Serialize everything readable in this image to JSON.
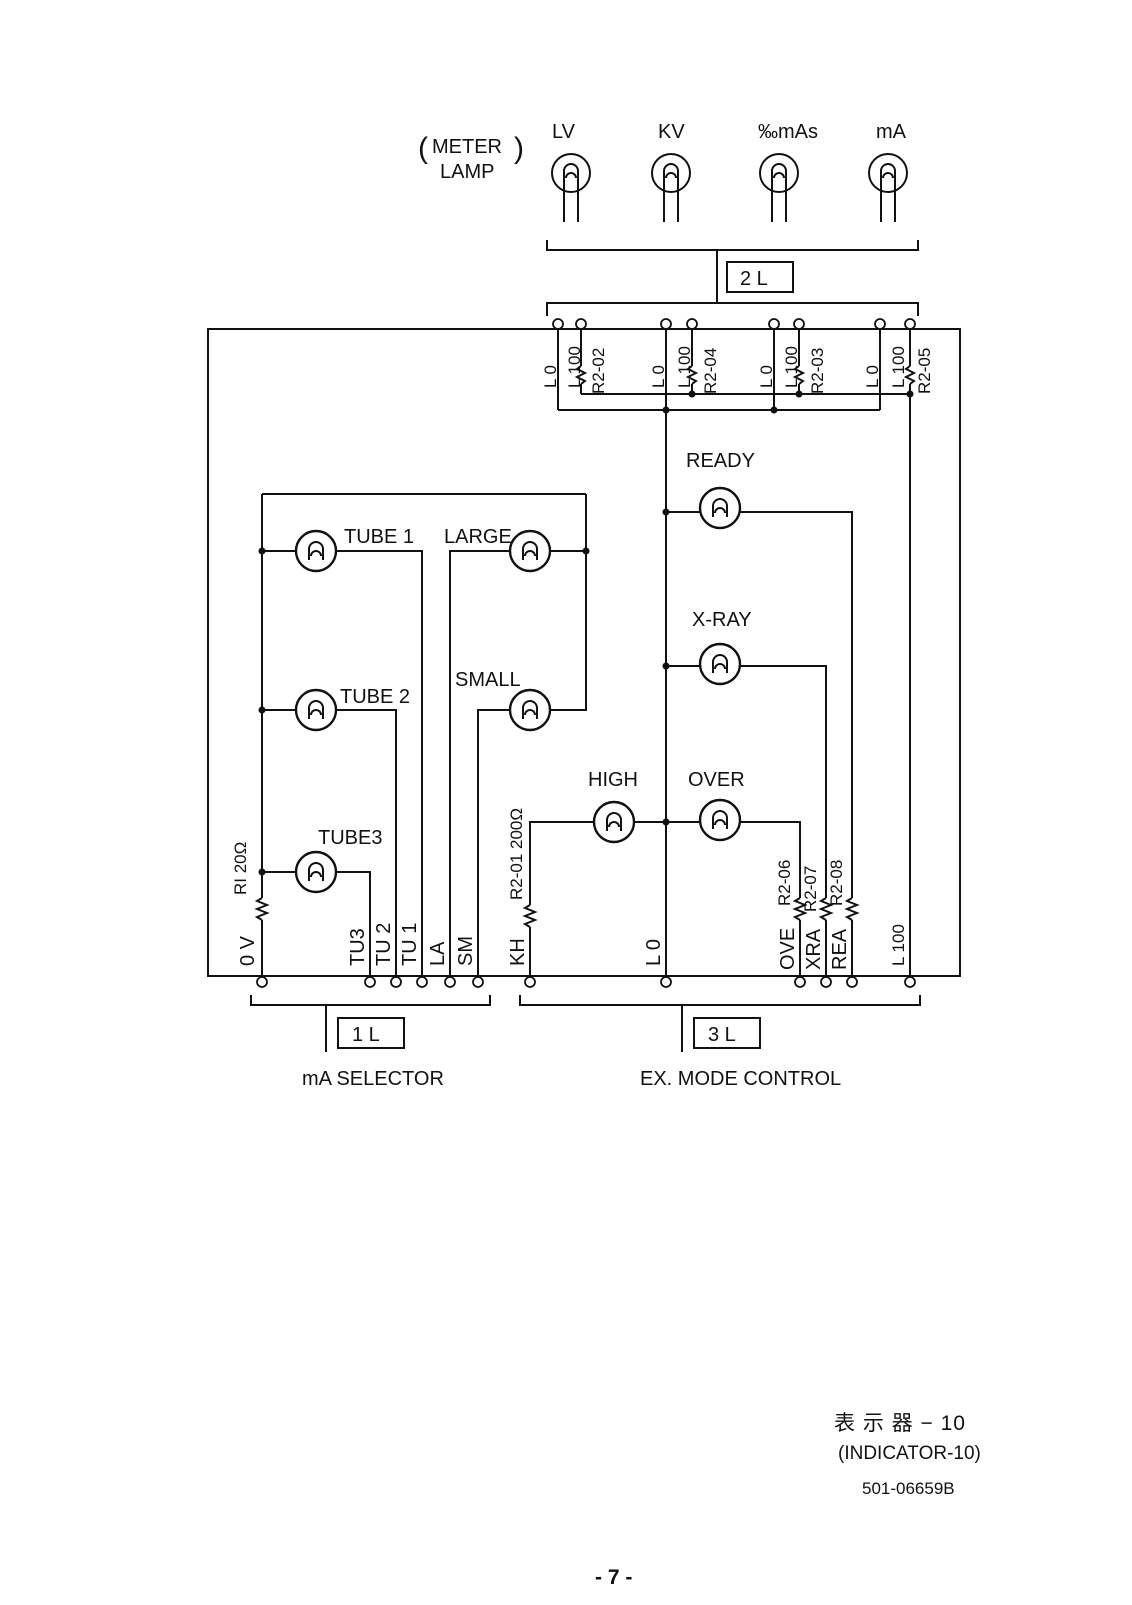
{
  "meter_lamp": {
    "label_top": "METER",
    "label_bottom": "LAMP",
    "lamps": [
      "LV",
      "KV",
      "‰mAs",
      "mA"
    ]
  },
  "connector_2l": {
    "name": "2 L",
    "pins": [
      {
        "label": "L 0"
      },
      {
        "label": "L 100"
      },
      {
        "label": "R2-02"
      },
      {
        "label": "L 0"
      },
      {
        "label": "L 100"
      },
      {
        "label": "R2-04"
      },
      {
        "label": "L 0"
      },
      {
        "label": "L 100"
      },
      {
        "label": "R2-03"
      },
      {
        "label": "L 0"
      },
      {
        "label": "L 100"
      },
      {
        "label": "R2-05"
      }
    ]
  },
  "lamps": {
    "tube1": "TUBE 1",
    "tube2": "TUBE 2",
    "tube3": "TUBE3",
    "large": "LARGE",
    "small": "SMALL",
    "ready": "READY",
    "xray": "X-RAY",
    "high": "HIGH",
    "over": "OVER"
  },
  "resistors": {
    "r1": "RI  20Ω",
    "r2_01": "R2-01  200Ω",
    "r2_06": "R2-06",
    "r2_07": "R2-07",
    "r2_08": "R2-08"
  },
  "connector_1l": {
    "name": "1 L",
    "caption": "mA  SELECTOR",
    "pins": [
      "0 V",
      "TU3",
      "TU 2",
      "TU 1",
      "LA",
      "SM"
    ]
  },
  "connector_3l": {
    "name": "3 L",
    "caption": "EX. MODE  CONTROL",
    "pins": [
      "KH",
      "L 0",
      "OVE",
      "XRA",
      "REA",
      "L 100"
    ]
  },
  "footer": {
    "title_jp": "表  示  器 − 10",
    "title_en": "(INDICATOR-10)",
    "doc_no": "501-06659B",
    "page": "- 7 -"
  }
}
